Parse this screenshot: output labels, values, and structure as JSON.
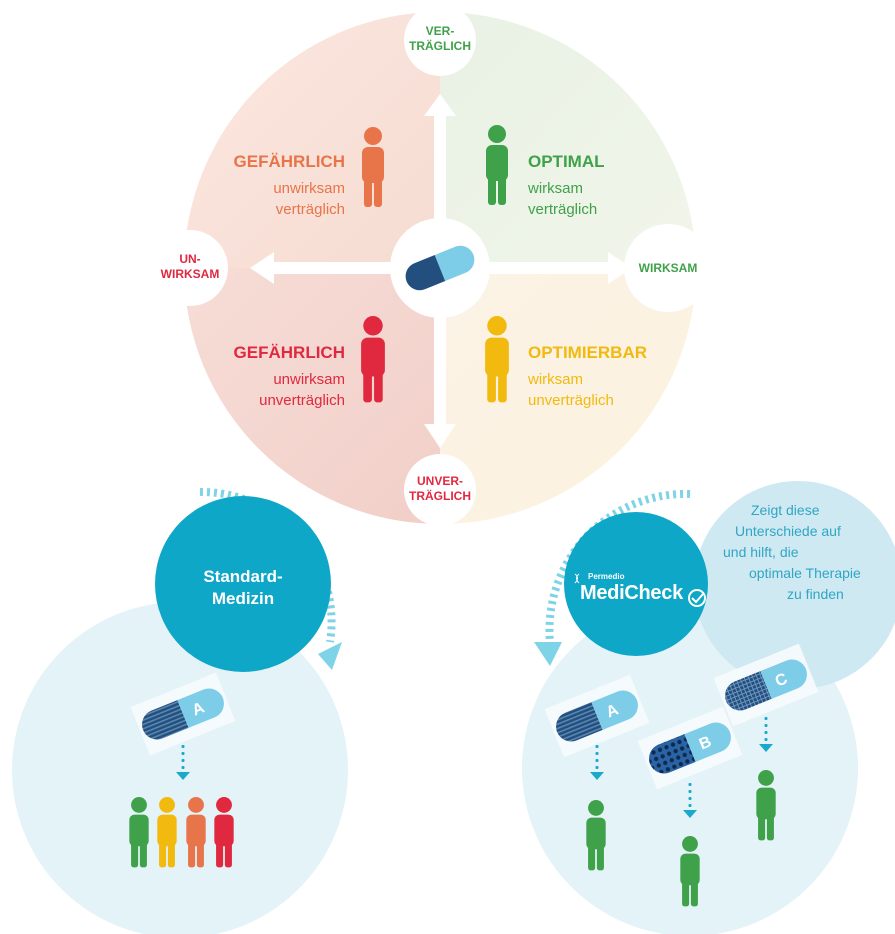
{
  "colors": {
    "optimal": "#3fa14a",
    "optimizable": "#f2b90f",
    "dangerous_tolerable": "#e8744a",
    "dangerous_intolerable": "#e0283f",
    "accent": "#0fa7c8",
    "pale_blue": "#e4f3f8",
    "pill_dark": "#234f7e",
    "pill_light": "#7ecde8"
  },
  "axes": {
    "top": [
      "VER-",
      "TRÄGLICH"
    ],
    "bottom": [
      "UNVER-",
      "TRÄGLICH"
    ],
    "left": [
      "UN-",
      "WIRKSAM"
    ],
    "right": [
      "WIRKSAM"
    ]
  },
  "quadrants": {
    "top_left": {
      "title": "GEFÄHRLICH",
      "line1": "unwirksam",
      "line2": "verträglich"
    },
    "top_right": {
      "title": "OPTIMAL",
      "line1": "wirksam",
      "line2": "verträglich"
    },
    "bottom_left": {
      "title": "GEFÄHRLICH",
      "line1": "unwirksam",
      "line2": "unverträglich"
    },
    "bottom_right": {
      "title": "OPTIMIERBAR",
      "line1": "wirksam",
      "line2": "unverträglich"
    }
  },
  "standard": {
    "line1": "Standard-",
    "line2": "Medizin",
    "pill": "A"
  },
  "medicheck": {
    "brand_small": "Permedio",
    "brand": "MediCheck",
    "pills": [
      "A",
      "B",
      "C"
    ],
    "note": [
      "Zeigt diese",
      "Unterschiede auf",
      "und hilft, die",
      "optimale Therapie",
      "zu finden"
    ]
  }
}
